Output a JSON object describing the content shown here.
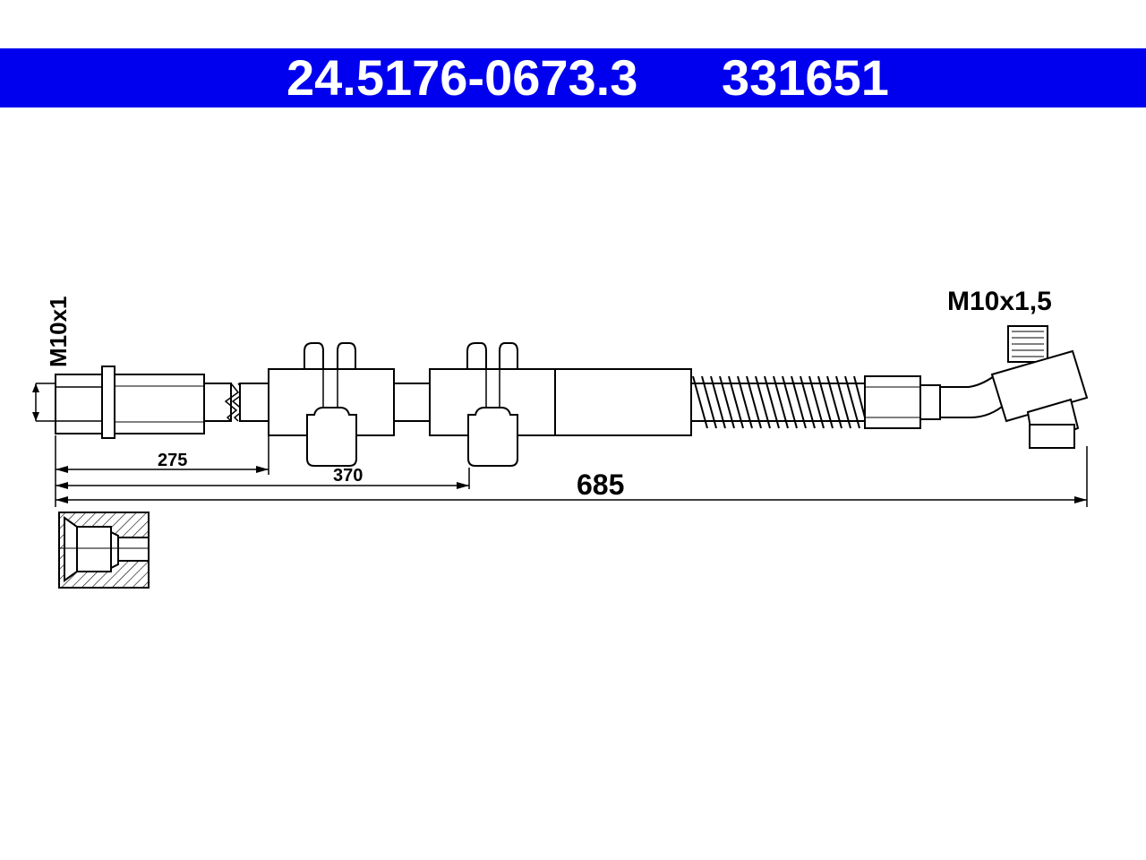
{
  "header": {
    "part_number": "24.5176-0673.3",
    "ref_number": "331651",
    "background_color": "#0000ee",
    "text_color": "#ffffff"
  },
  "thread_left": "M10x1",
  "thread_right": "M10x1,5",
  "dimensions": {
    "d1": "275",
    "d2": "370",
    "total": "685"
  },
  "colors": {
    "line": "#000000",
    "part_fill": "#ffffff"
  }
}
